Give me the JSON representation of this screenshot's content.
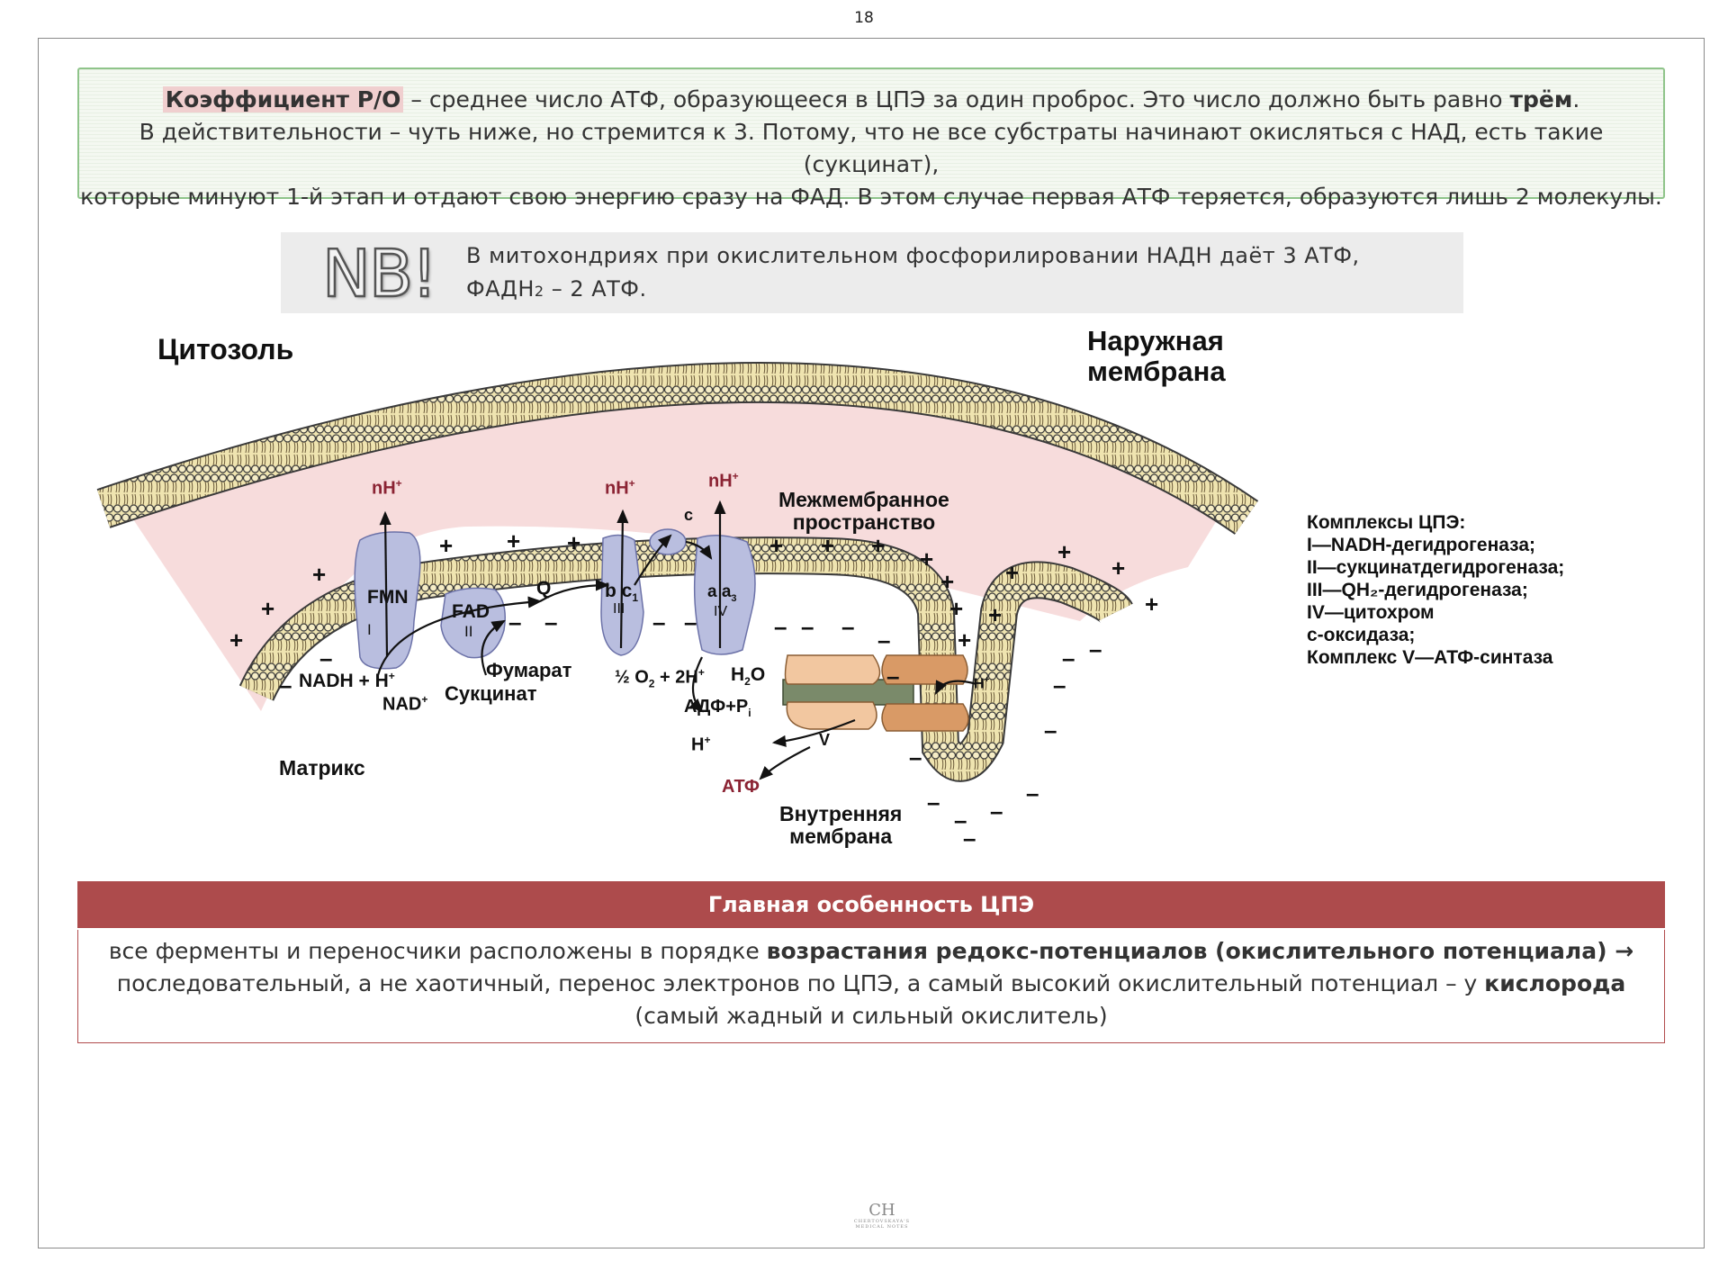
{
  "page_number": "18",
  "po_box": {
    "term": "Коэффициент Р/О",
    "line1_rest": " – среднее число АТФ, образующееся в ЦПЭ за один проброс. Это число должно быть равно ",
    "line1_bold": "трём",
    "line1_end": ".",
    "line2": "В действительности – чуть ниже, но стремится к 3. Потому, что не все субстраты начинают окисляться с НАД, есть такие (сукцинат),",
    "line3": "которые минуют 1-й этап и отдают свою энергию сразу на ФАД. В этом случае первая АТФ теряется, образуются лишь 2 молекулы."
  },
  "nb": {
    "mark": "NB!",
    "line1": "В митохондриях при окислительном фосфорилировании НАДН даёт 3 АТФ,",
    "line2_a": "ФАДН",
    "line2_sub": "2",
    "line2_b": " – 2 АТФ."
  },
  "diagram": {
    "cytosol": "Цитозоль",
    "outer_membrane_1": "Наружная",
    "outer_membrane_2": "мембрана",
    "intermembrane_1": "Межмембранное",
    "intermembrane_2": "пространство",
    "matrix": "Матрикс",
    "inner_membrane_1": "Внутренняя",
    "inner_membrane_2": "мембрана",
    "nh": "nH",
    "plus_sup": "+",
    "fmn": "FMN",
    "complex_1": "I",
    "fad": "FAD",
    "complex_2": "II",
    "q": "Q",
    "bc1": "b c",
    "c1_sub": "1",
    "complex_3": "III",
    "c": "c",
    "aa3": "a a",
    "a3_sub": "3",
    "complex_4": "IV",
    "complex_5": "V",
    "nadh": "NADH + H",
    "nad": "NAD",
    "fumarate": "Фумарат",
    "succinate": "Сукцинат",
    "o2": "½ O",
    "o2_sub": "2",
    "two_h": " + 2H",
    "h2o": "H",
    "h2o_sub": "2",
    "h2o_end": "O",
    "adp": "АДФ+P",
    "adp_sub": "i",
    "h": "H",
    "atp": "АТФ",
    "legend": {
      "title": "Комплексы ЦПЭ:",
      "items": [
        "I—NADH-дегидрогеназа;",
        "II—сукцинатдегидрогеназа;",
        "III—QH₂-дегидрогеназа;",
        "IV—цитохром",
        "с-оксидаза;",
        "Комплекс V—АТФ-синтаза"
      ]
    },
    "colors": {
      "membrane_fill": "#efe4b0",
      "lipid_head": "#f6edc6",
      "lipid_stroke": "#3a3a3a",
      "space_pink": "#f7dcdc",
      "complex_blue": "#b9bedf",
      "complex_stroke": "#6c72a8",
      "synthase_orange": "#d99a66",
      "synthase_light": "#f2c7a0",
      "synthase_stalk": "#7a8a6a",
      "proton_red": "#8b2333"
    }
  },
  "main": {
    "header": "Главная особенность ЦПЭ",
    "line1_a": "все ферменты и переносчики расположены в порядке ",
    "line1_bold": "возрастания редокс-потенциалов (окислительного потенциала) →",
    "line2_a": "последовательный, а не хаотичный, перенос электронов по ЦПЭ, а самый высокий окислительный потенциал – у ",
    "line2_bold": "кислорода",
    "line3": "(самый жадный и сильный окислитель)"
  },
  "footer": {
    "monogram": "CH",
    "sub1": "CHERTOVSKAYA'S",
    "sub2": "MEDICAL NOTES"
  }
}
